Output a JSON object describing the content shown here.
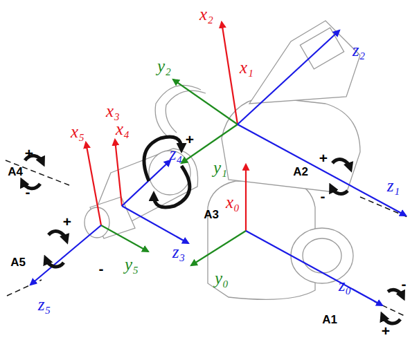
{
  "diagram": {
    "labels": [
      "x₂",
      "x₁",
      "y₂",
      "z₂",
      "x₃",
      "x₄",
      "x₅",
      "z₄",
      "y₁",
      "+",
      "A4",
      "+",
      "-",
      "A2",
      "+",
      "-",
      "z₁",
      "x₀",
      "A3",
      "+",
      "A5",
      "-",
      "y₅",
      "z₃",
      "y₀",
      "z₀",
      "A1",
      "+",
      "-",
      "z₅"
    ]
  }
}
